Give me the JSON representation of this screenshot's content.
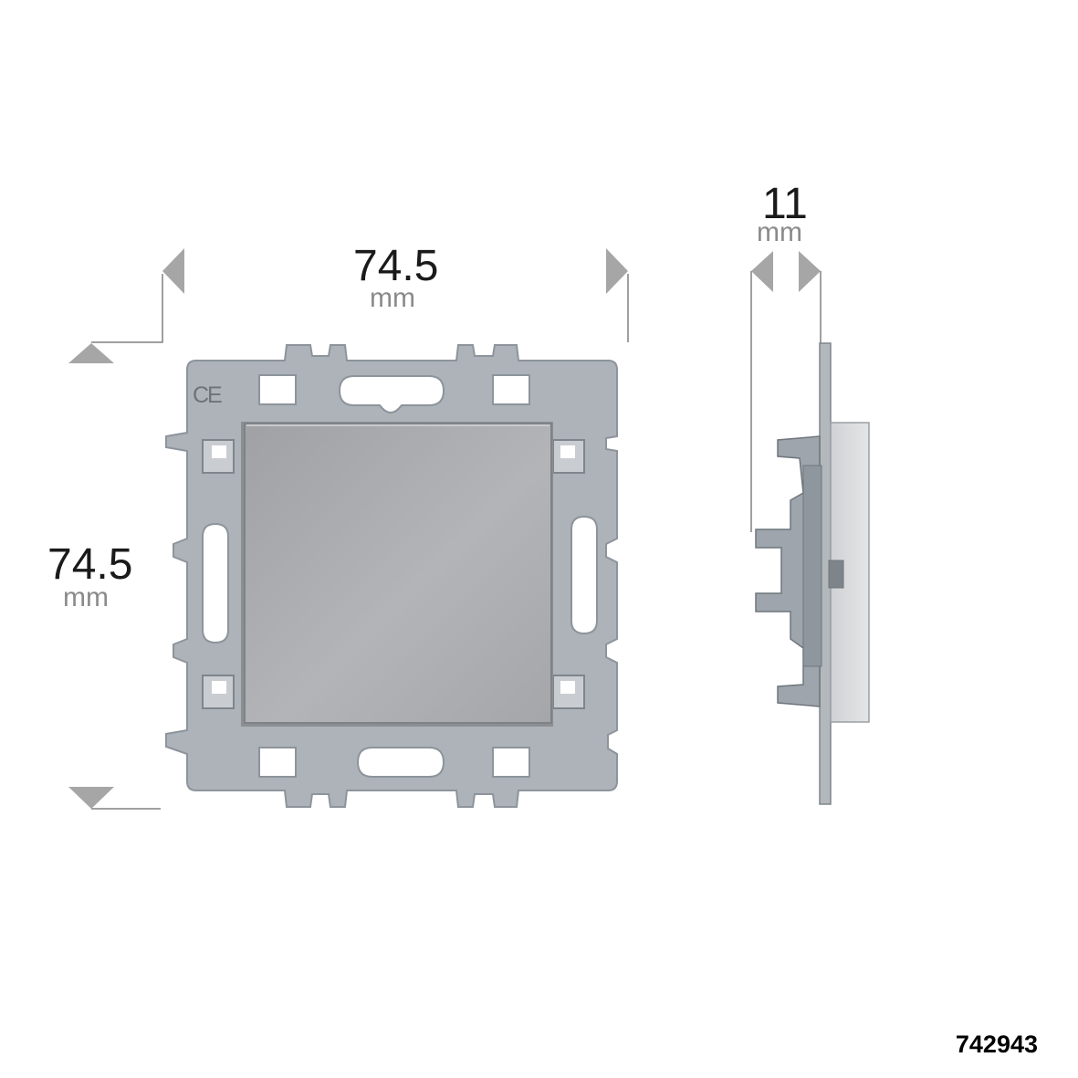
{
  "dimensions": {
    "width": {
      "value": "74.5",
      "unit": "mm"
    },
    "height": {
      "value": "74.5",
      "unit": "mm"
    },
    "depth": {
      "value": "11",
      "unit": "mm"
    }
  },
  "product_code": "742943",
  "plate_mark": "CE",
  "colors": {
    "background": "#ffffff",
    "frame": "#adb3b9",
    "frame_edge": "#8d949b",
    "rocker": "#a9a9ab",
    "arrow": "#a6a6a6",
    "dim_line": "#808080",
    "text": "#1a1a1a",
    "unit_text": "#8a8a8a"
  }
}
